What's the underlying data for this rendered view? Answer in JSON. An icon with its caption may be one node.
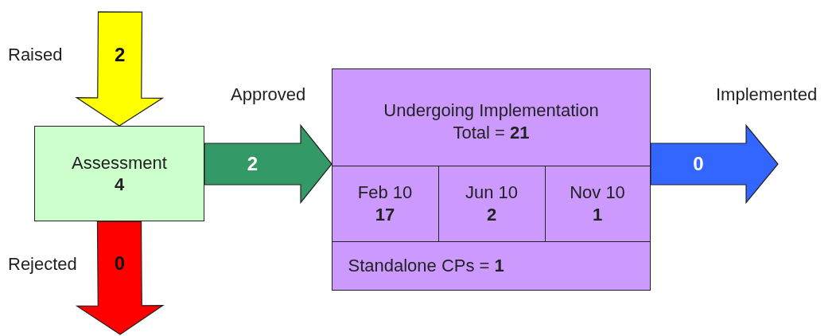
{
  "diagram": {
    "nodes": [
      {
        "text": [
          "Assessment",
          "4"
        ]
      },
      {
        "text": [
          "Undergoing Implementation",
          "Total = **21**"
        ]
      },
      {
        "text": [
          "Feb 10",
          "17"
        ],
        "in": 1
      },
      {
        "text": [
          "Jun 10",
          "2"
        ],
        "in": 1
      },
      {
        "text": [
          "Nov 10",
          "1"
        ],
        "in": 1
      },
      {
        "text": [
          "Standalone CPs = **1**"
        ],
        "in": 1
      }
    ],
    "edges": [
      {
        "from": null,
        "to": 0,
        "arrow": "to",
        "label": "2",
        "style": "thick",
        "color": "#ffff00"
      },
      {
        "from": 0,
        "to": 1,
        "arrow": "to",
        "label": "2",
        "style": "thick",
        "color": "#339966"
      },
      {
        "from": 0,
        "to": null,
        "arrow": "to",
        "label": "0",
        "style": "thick",
        "color": "#ff0000"
      },
      {
        "from": 1,
        "to": null,
        "arrow": "to",
        "label": "0",
        "style": "thick",
        "color": "#3366ff"
      }
    ],
    "labels": [
      "Raised",
      "Approved",
      "Rejected",
      "Implemented"
    ]
  }
}
